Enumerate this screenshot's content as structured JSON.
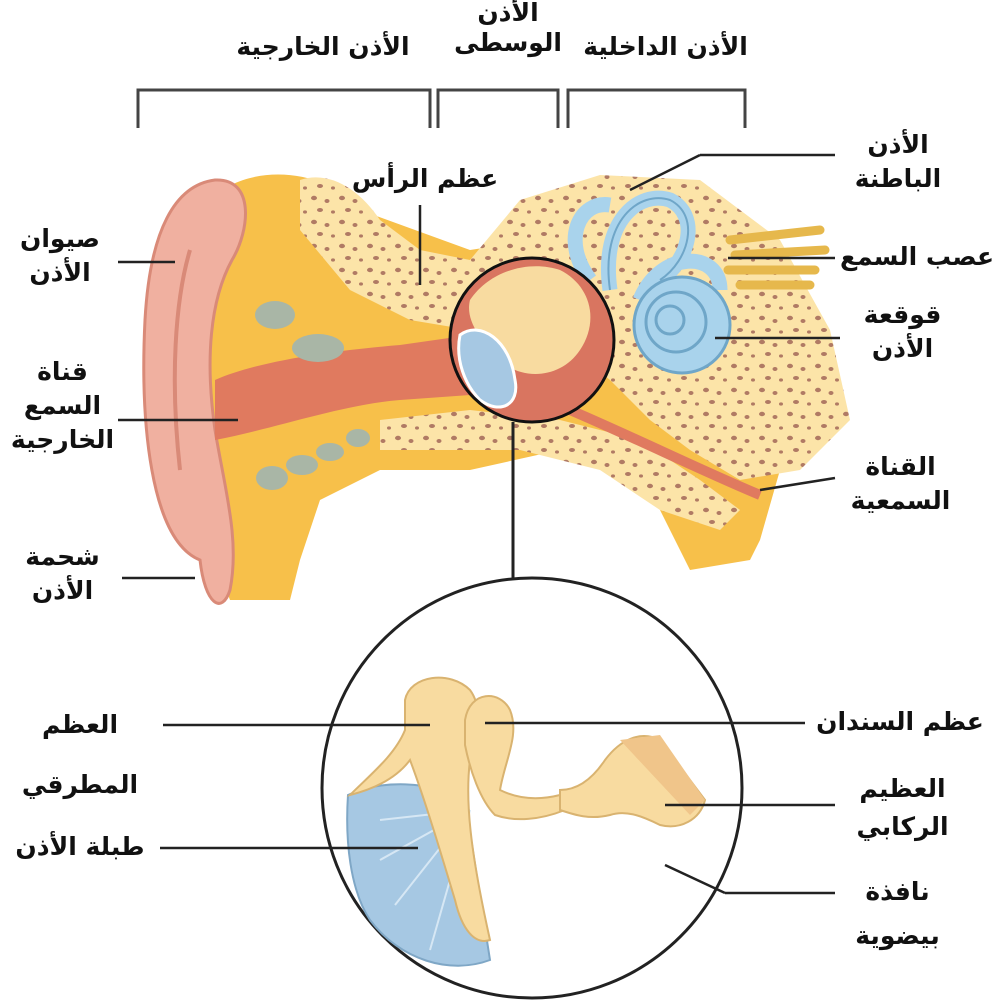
{
  "sections": {
    "outer": "الأذن الخارجية",
    "middle": [
      "الأذن",
      "الوسطى"
    ],
    "inner": "الأذن الداخلية"
  },
  "labels": {
    "skull_bone": "عظم الرأس",
    "ear_flap": [
      "صيوان",
      "الأذن"
    ],
    "ear_canal": [
      "قناة",
      "السمع",
      "الخارجية"
    ],
    "earlobe": [
      "شحمة",
      "الأذن"
    ],
    "inner_ear": [
      "الأذن",
      "الباطنة"
    ],
    "auditory_nerve": "عصب السمع",
    "cochlea": [
      "قوقعة",
      "الأذن"
    ],
    "eustachian_tube": [
      "القناة",
      "السمعية"
    ],
    "malleus": [
      "العظم",
      "المطرقي"
    ],
    "eardrum": "طبلة الأذن",
    "incus": "عظم السندان",
    "stapes": [
      "العظيم",
      "الركابي"
    ],
    "oval_window": [
      "نافذة",
      "بيضوية"
    ]
  },
  "colors": {
    "skin": "#f0b0a0",
    "bone": "#fce4a8",
    "tissue": "#f7c04a",
    "canal": "#e07a5f",
    "labyrinth": "#a9d3ec",
    "membrane": "#a6c8e3",
    "ossicle": "#f8dba0",
    "nerve": "#e6b84c",
    "line": "#111111"
  }
}
